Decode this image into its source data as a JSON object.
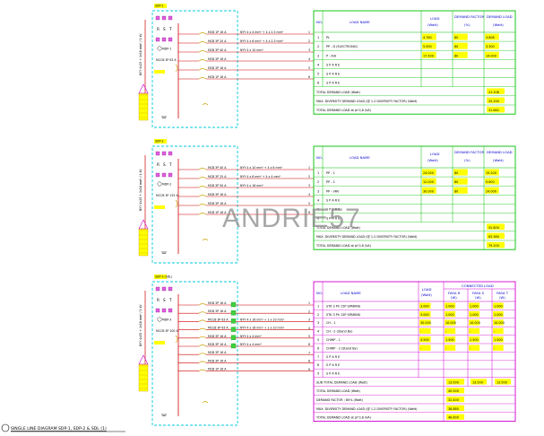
{
  "watermark": "ANDRIE57",
  "drawing_title": "SINGLE LINE DIAGRAM SDP-1, SDP-2 & SDL (1)",
  "colors": {
    "panel_border": "#00c8dc",
    "circuit_line": "#d00000",
    "table_border_1": "#00c000",
    "table_border_2": "#00c000",
    "table_border_3": "#d000d0",
    "value_cell": "#ffff00",
    "breaker": "#c8a000"
  },
  "panels": [
    {
      "id": "SDP-1",
      "riser_label": "NYY 4x25 + 1x16 mm² / 1 kV",
      "tag_top": "SDP-1",
      "headers": {
        "no": "NO.",
        "load_name": "LOAD NAME",
        "load": "LOAD",
        "load_unit": "(Watt)",
        "demand_factor": "DEMAND FACTOR",
        "demand_factor_unit": "(%)",
        "demand_load": "DEMAND LOAD",
        "demand_load_unit": "(Watt)"
      },
      "rows": [
        {
          "no": "1",
          "name": "PL",
          "load": "4.760",
          "df": "80",
          "dl": "3.808"
        },
        {
          "no": "2",
          "name": "PP - D (ELECTRONIC)",
          "load": "5.500",
          "df": "60",
          "dl": "3.300"
        },
        {
          "no": "3",
          "name": "P - AIU",
          "load": "17.500",
          "df": "80",
          "dl": "14.000"
        },
        {
          "no": "4",
          "name": "S P A R E",
          "load": "",
          "df": "",
          "dl": ""
        },
        {
          "no": "5",
          "name": "S P A R E",
          "load": "",
          "df": "",
          "dl": ""
        },
        {
          "no": "6",
          "name": "S P A R E",
          "load": "",
          "df": "",
          "dl": ""
        }
      ],
      "summary": [
        {
          "label": "TOTAL DEMAND LOAD (Watt)",
          "value": "21.108"
        },
        {
          "label": "MAX. DIVERSITY DEMAND LOAD (@ 1.2 DIVERSITY FACTOR) (Watt)",
          "value": "25.330"
        },
        {
          "label": "TOTAL DEMAND LOAD at pf 0,8 (VA)",
          "value": "31.662"
        }
      ],
      "circuits": [
        {
          "breaker": "MCB 1P 16 A",
          "cable": "NYY 4 x 4 mm² + 4 x 2.5 mm²",
          "no": "1"
        },
        {
          "breaker": "MCB 3P 20 A",
          "cable": "NYY 4 x 6 mm² + 4 x 2.5 mm²",
          "no": "2"
        },
        {
          "breaker": "MCB 3P 40 A",
          "cable": "NYY 4 x 10 mm²",
          "no": "3"
        },
        {
          "breaker": "MCB 3P 16 A",
          "cable": "",
          "no": "4"
        },
        {
          "breaker": "MCB 3P 16 A",
          "cable": "",
          "no": "5"
        },
        {
          "breaker": "MCB 1P 16 A",
          "cable": "",
          "no": "6"
        }
      ],
      "main_breaker": "MCCB 3P 63 A",
      "meter": "MDP-1",
      "phases": [
        "R",
        "S",
        "T"
      ]
    },
    {
      "id": "SDP-2",
      "riser_label": "NYY 4x25 + 1x16 mm² / 1 kV",
      "tag_top": "SDP-2",
      "headers": {
        "no": "NO.",
        "load_name": "LOAD NAME",
        "load": "LOAD",
        "load_unit": "(Watt)",
        "demand_factor": "DEMAND FACTOR",
        "demand_factor_unit": "(%)",
        "demand_load": "DEMAND LOAD",
        "demand_load_unit": "(Watt)"
      },
      "rows": [
        {
          "no": "1",
          "name": "PP - 1",
          "load": "24.000",
          "df": "80",
          "dl": "19.200"
        },
        {
          "no": "2",
          "name": "PP - 2",
          "load": "12.000",
          "df": "80",
          "dl": "9.600"
        },
        {
          "no": "3",
          "name": "PP - VRV",
          "load": "30.000",
          "df": "80",
          "dl": "24.000"
        },
        {
          "no": "4",
          "name": "S P A R E",
          "load": "",
          "df": "",
          "dl": ""
        },
        {
          "no": "5",
          "name": "S P A R E",
          "load": "",
          "df": "",
          "dl": ""
        },
        {
          "no": "6",
          "name": "S P A R E",
          "load": "",
          "df": "",
          "dl": ""
        }
      ],
      "summary": [
        {
          "label": "TOTAL DEMAND LOAD (Watt)",
          "value": "52.800"
        },
        {
          "label": "MAX. DIVERSITY DEMAND LOAD (@ 1.2 DIVERSITY FACTOR) (Watt)",
          "value": "63.360"
        },
        {
          "label": "TOTAL DEMAND LOAD at pf 0,8 (VA)",
          "value": "79.200"
        }
      ],
      "circuits": [
        {
          "breaker": "MCB 3P 40 A",
          "cable": "NYY 4 x 10 mm² + 4 x 6 mm²",
          "no": "1"
        },
        {
          "breaker": "MCB 3P 25 A",
          "cable": "NYY 4 x 6 mm² + 4 x 4 mm²",
          "no": "2"
        },
        {
          "breaker": "MCB 3P 50 A",
          "cable": "NYY 4 x 16 mm²",
          "no": "3"
        },
        {
          "breaker": "MCB 3P 16 A",
          "cable": "",
          "no": "4"
        },
        {
          "breaker": "MCB 3P 16 A",
          "cable": "",
          "no": "5"
        },
        {
          "breaker": "MCB 1P 16 A",
          "cable": "",
          "no": "6"
        }
      ],
      "main_breaker": "MCCB 3P 125 A",
      "meter": "MDP-2",
      "phases": [
        "R",
        "S",
        "T"
      ]
    },
    {
      "id": "SDL",
      "riser_label": "NYY 4x35 + 1x16 mm² / 1 kV",
      "tag_top": "SDP-3 (SDL)",
      "headers": {
        "no": "NO.",
        "load_name": "LOAD NAME",
        "load": "LOAD",
        "load_unit": "(Watt)",
        "connected_load": "CONNECTED LOAD",
        "phase_r": "FASA R",
        "phase_s": "FASA S",
        "phase_t": "FASA T",
        "unit": "(W)"
      },
      "rows": [
        {
          "no": "1",
          "name": "STK 3 Ph 15P SPARING",
          "load": "3.000",
          "r": "1.000",
          "s": "1.000",
          "t": "1.000"
        },
        {
          "no": "2",
          "name": "STK 3 Ph 15P SPARING",
          "load": "3.000",
          "r": "1.000",
          "s": "1.000",
          "t": "1.000"
        },
        {
          "no": "3",
          "name": "CH - 1",
          "load": "30.000",
          "r": "10.000",
          "s": "10.000",
          "t": "10.000"
        },
        {
          "no": "4",
          "name": "CH - 2 (Stand By)",
          "load": "-",
          "r": "-",
          "s": "-",
          "t": "-"
        },
        {
          "no": "5",
          "name": "CHWP - 1",
          "load": "4.500",
          "r": "1.500",
          "s": "1.500",
          "t": "1.500"
        },
        {
          "no": "6",
          "name": "CHWP - 2 (Stand By)",
          "load": "-",
          "r": "-",
          "s": "-",
          "t": "-"
        },
        {
          "no": "7",
          "name": "S P A R E",
          "load": "",
          "r": "",
          "s": "",
          "t": ""
        },
        {
          "no": "8",
          "name": "S P A R E",
          "load": "",
          "r": "",
          "s": "",
          "t": ""
        },
        {
          "no": "9",
          "name": "S P A R E",
          "load": "",
          "r": "",
          "s": "",
          "t": ""
        }
      ],
      "summary": [
        {
          "label": "SUB TOTAL DEMAND LOAD (Watt)",
          "value": "40.500",
          "r": "13.500",
          "s": "13.500",
          "t": "13.500"
        },
        {
          "label": "TOTAL DEMAND LOAD (Watt)",
          "value": "40.500"
        },
        {
          "label": "DEMAND FACTOR : 80% (Watt)",
          "value": "32.400"
        },
        {
          "label": "MAX. DIVERSITY DEMAND LOAD (@ 1.2 DIVERSITY FACTOR) (Watt)",
          "value": "38.880"
        },
        {
          "label": "TOTAL DEMAND LOAD at pf 0,8 (VA)",
          "value": "48.600"
        }
      ],
      "circuits": [
        {
          "breaker": "MCB 3P 16 A",
          "cable": "",
          "no": "1"
        },
        {
          "breaker": "MCB 3P 16 A",
          "cable": "",
          "no": "2"
        },
        {
          "breaker": "MCCB 3P 63 A",
          "cable": "NYY 4 x 16 mm² + 1 x 10 mm²",
          "no": "3"
        },
        {
          "breaker": "MCCB 3P 63 A",
          "cable": "NYY 4 x 16 mm² + 1 x 10 mm²",
          "no": "4"
        },
        {
          "breaker": "MCB 3P 16 A",
          "cable": "NYY 4 x 4 mm²",
          "no": "5"
        },
        {
          "breaker": "MCB 3P 16 A",
          "cable": "NYY 4 x 4 mm²",
          "no": "6"
        },
        {
          "breaker": "MCB 3P 16 A",
          "cable": "",
          "no": "7"
        },
        {
          "breaker": "MCB 3P 16 A",
          "cable": "",
          "no": "8"
        },
        {
          "breaker": "MCB 1P 16 A",
          "cable": "",
          "no": "9"
        }
      ],
      "main_breaker": "MCCB 3P 100 A",
      "meter": "MDP-3",
      "phases": [
        "R",
        "S",
        "T"
      ]
    }
  ]
}
